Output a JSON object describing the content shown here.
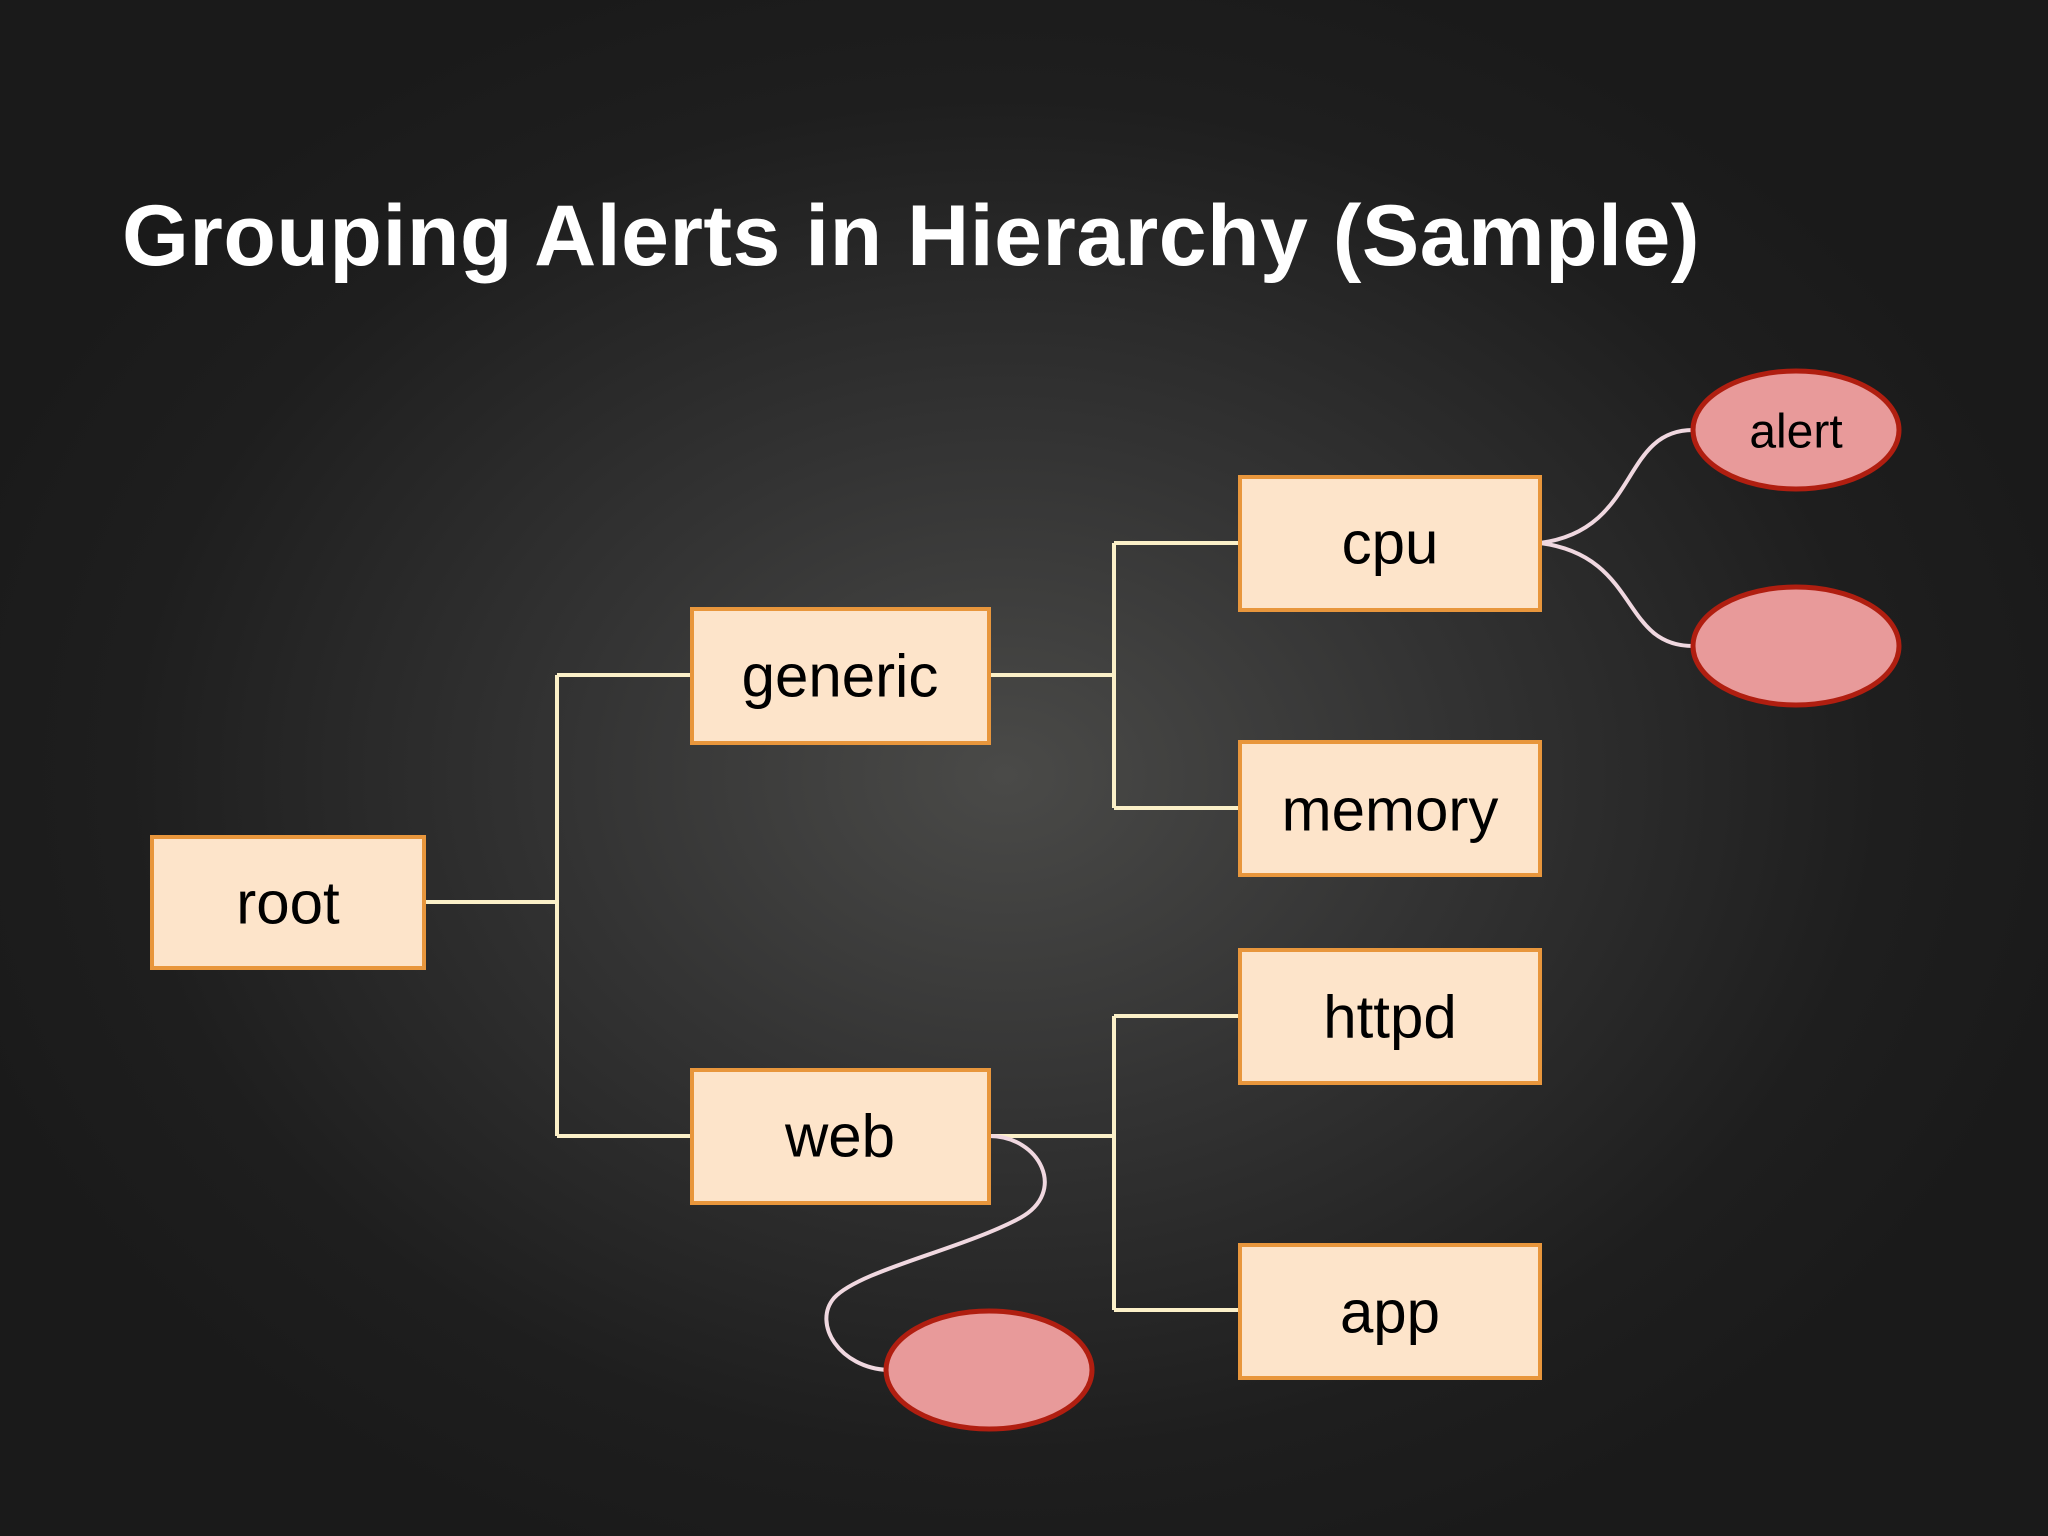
{
  "title": "Grouping Alerts in Hierarchy (Sample)",
  "nodes": {
    "root": "root",
    "generic": "generic",
    "web": "web",
    "cpu": "cpu",
    "memory": "memory",
    "httpd": "httpd",
    "app": "app"
  },
  "alerts": {
    "cpu_alert_1": "alert",
    "cpu_alert_2": "",
    "web_alert_1": ""
  },
  "colors": {
    "node_fill": "#fde4ca",
    "node_border": "#e8963c",
    "alert_fill": "#e89a9a",
    "alert_border": "#b01e10",
    "connector": "#fbf0c8",
    "alert_connector": "#f0d8e0",
    "title_text": "#ffffff"
  }
}
